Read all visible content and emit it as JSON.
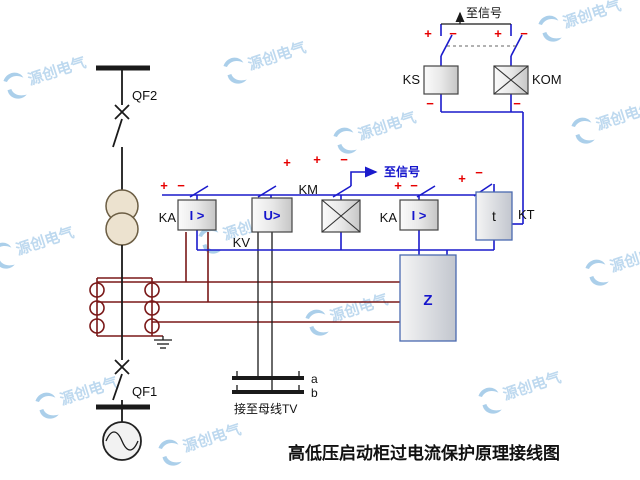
{
  "watermark": {
    "text": "源创电气"
  },
  "title": "高低压启动柜过电流保护原理接线图",
  "signals": {
    "to_signal_top": "至信号",
    "to_signal_mid": "至信号",
    "bus_connect_label": "接至母线TV",
    "bus_a": "a",
    "bus_b": "b"
  },
  "components": {
    "breaker_top": "QF2",
    "breaker_bottom": "QF1",
    "current_relay_1_label": "KA",
    "current_relay_1_value": "I >",
    "voltage_relay_label": "KV",
    "voltage_relay_value": "U>",
    "contactor_label": "KM",
    "current_relay_2_label": "KA",
    "current_relay_2_value": "I >",
    "signal_relay_label": "KS",
    "output_relay_label": "KOM",
    "time_relay_label": "KT",
    "time_relay_value": "t",
    "impedance_value": "Z"
  },
  "polarity": {
    "plus": "+",
    "minus": "−"
  },
  "colors": {
    "control_wire": "#1a1acc",
    "current_wire": "#7a1818",
    "polarity": "#e60000",
    "watermark": "#a9cdea"
  }
}
